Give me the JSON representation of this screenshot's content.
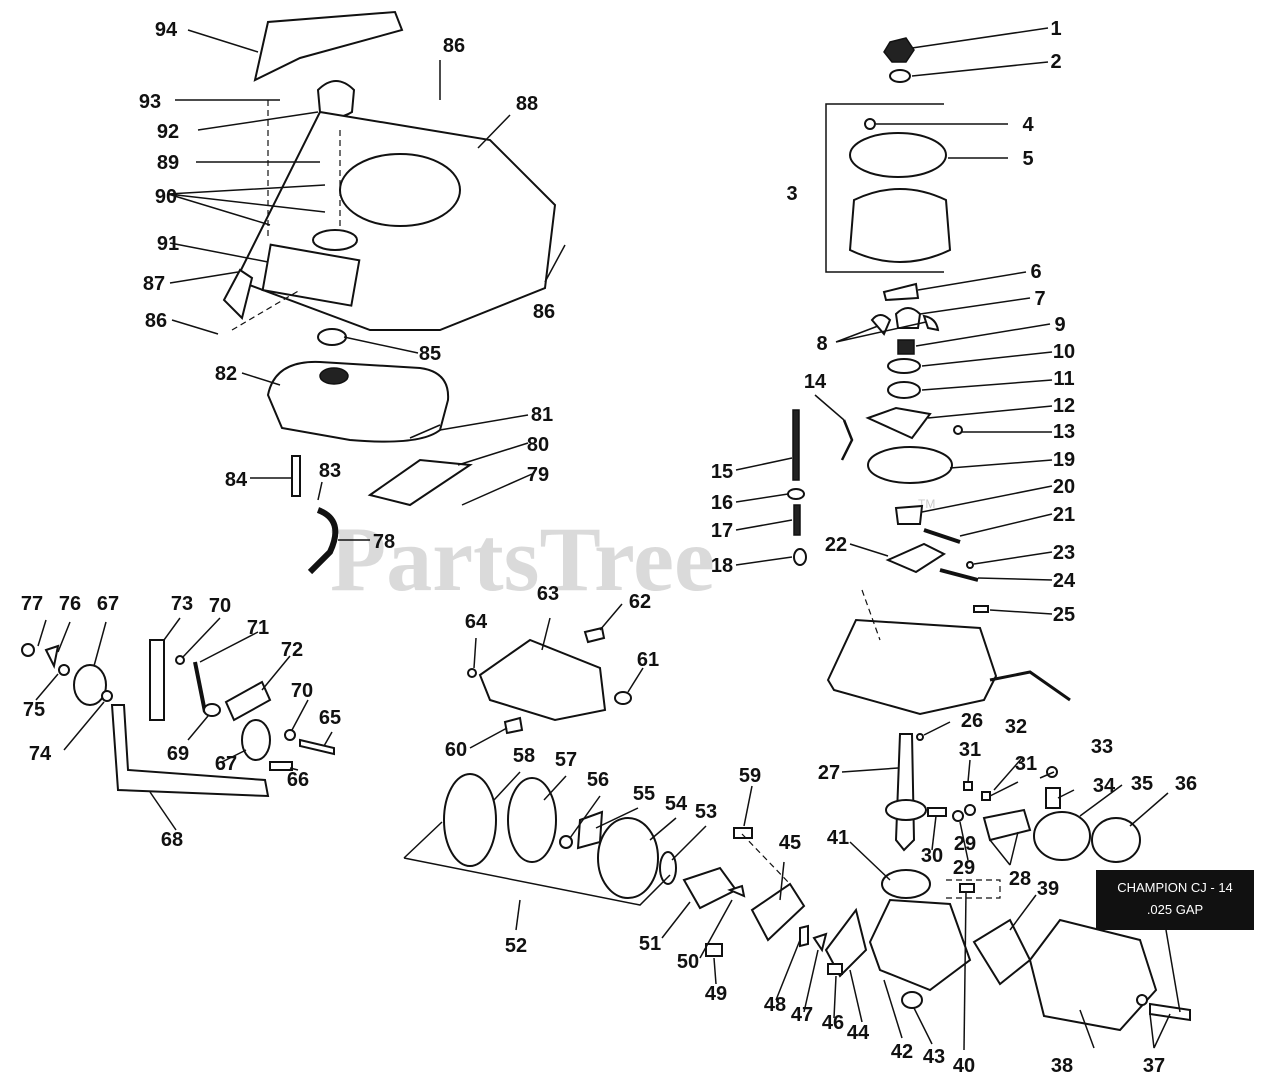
{
  "watermark": {
    "text": "PartsTree",
    "tm": "TM"
  },
  "spark_plug_label": {
    "line1": "CHAMPION CJ - 14",
    "line2": ".025  GAP"
  },
  "callouts": [
    "1",
    "2",
    "3",
    "4",
    "5",
    "6",
    "7",
    "8",
    "9",
    "10",
    "11",
    "12",
    "13",
    "14",
    "15",
    "16",
    "17",
    "18",
    "19",
    "20",
    "21",
    "22",
    "23",
    "24",
    "25",
    "26",
    "27",
    "28",
    "29",
    "29",
    "30",
    "31",
    "31",
    "32",
    "33",
    "34",
    "35",
    "36",
    "37",
    "38",
    "39",
    "40",
    "41",
    "42",
    "43",
    "44",
    "45",
    "46",
    "47",
    "48",
    "49",
    "50",
    "51",
    "52",
    "53",
    "54",
    "55",
    "56",
    "57",
    "58",
    "59",
    "60",
    "61",
    "62",
    "63",
    "64",
    "65",
    "66",
    "67",
    "67",
    "68",
    "69",
    "70",
    "70",
    "71",
    "72",
    "73",
    "74",
    "75",
    "76",
    "77",
    "78",
    "79",
    "80",
    "81",
    "82",
    "83",
    "84",
    "85",
    "86",
    "86",
    "86",
    "86",
    "87",
    "88",
    "89",
    "90",
    "91",
    "92",
    "93",
    "94"
  ]
}
